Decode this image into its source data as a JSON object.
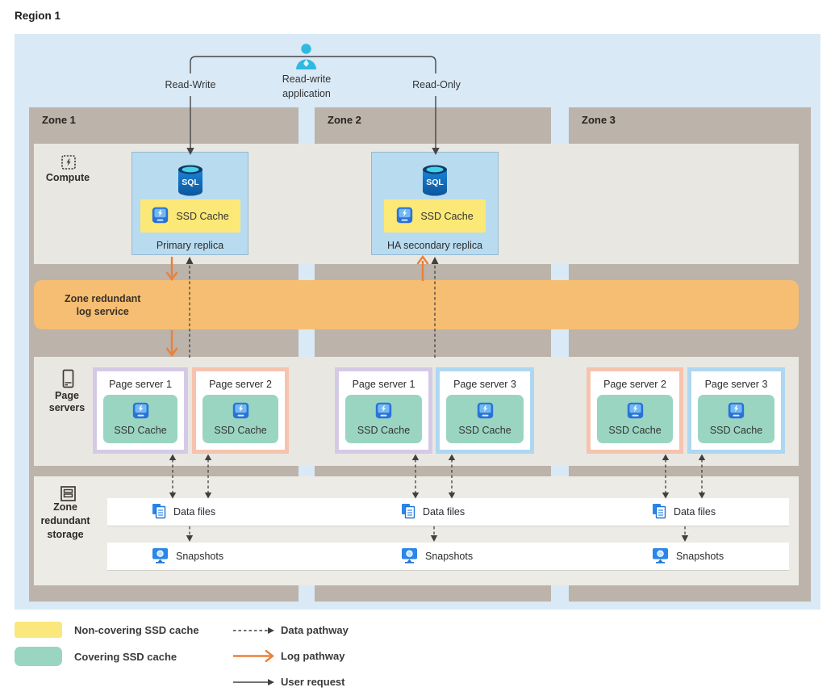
{
  "region": {
    "label": "Region 1"
  },
  "application": {
    "name_line1": "Read-write",
    "name_line2": "application",
    "read_write_label": "Read-Write",
    "read_only_label": "Read-Only"
  },
  "zones": [
    {
      "label": "Zone 1"
    },
    {
      "label": "Zone 2"
    },
    {
      "label": "Zone 3"
    }
  ],
  "compute": {
    "label": "Compute",
    "replicas": [
      {
        "title": "Primary replica",
        "cache_label": "SSD Cache",
        "cache_type": "non-covering",
        "sql_icon_text": "SQL"
      },
      {
        "title": "HA secondary replica",
        "cache_label": "SSD Cache",
        "cache_type": "non-covering",
        "sql_icon_text": "SQL"
      }
    ]
  },
  "log_service": {
    "label_line1": "Zone redundant",
    "label_line2": "log service"
  },
  "page_servers": {
    "label_line1": "Page",
    "label_line2": "servers",
    "boxes": [
      {
        "zone": "Zone 1",
        "title": "Page server 1",
        "cache_label": "SSD Cache",
        "tone": "lavender"
      },
      {
        "zone": "Zone 1",
        "title": "Page server 2",
        "cache_label": "SSD Cache",
        "tone": "salmon"
      },
      {
        "zone": "Zone 2",
        "title": "Page server 1",
        "cache_label": "SSD Cache",
        "tone": "lavender"
      },
      {
        "zone": "Zone 2",
        "title": "Page server 3",
        "cache_label": "SSD Cache",
        "tone": "blue"
      },
      {
        "zone": "Zone 3",
        "title": "Page server 2",
        "cache_label": "SSD Cache",
        "tone": "salmon"
      },
      {
        "zone": "Zone 3",
        "title": "Page server 3",
        "cache_label": "SSD Cache",
        "tone": "blue"
      }
    ]
  },
  "storage": {
    "label_line1": "Zone",
    "label_line2": "redundant",
    "label_line3": "storage",
    "data_files_label": "Data files",
    "snapshots_label": "Snapshots"
  },
  "legend": {
    "non_covering_label": "Non-covering SSD cache",
    "covering_label": "Covering SSD cache",
    "data_pathway_label": "Data pathway",
    "log_pathway_label": "Log pathway",
    "user_request_label": "User request"
  },
  "colors": {
    "region_bg": "#d9e9f6",
    "zone_column": "#bcb3aa",
    "compute_band": "#e9e7e2",
    "storage_band": "#edebe6",
    "log_band": "#f6be72",
    "log_arrow": "#e8813b",
    "non_covering_cache": "#fae87d",
    "covering_cache": "#9ad5c2",
    "replica_box": "#b9dbef",
    "ps_border_lavender": "#d5cae6",
    "ps_border_salmon": "#f6c3ae",
    "ps_border_blue": "#aed7f2",
    "arrow_dark": "#404040",
    "icon_blue": "#2a86e8"
  }
}
